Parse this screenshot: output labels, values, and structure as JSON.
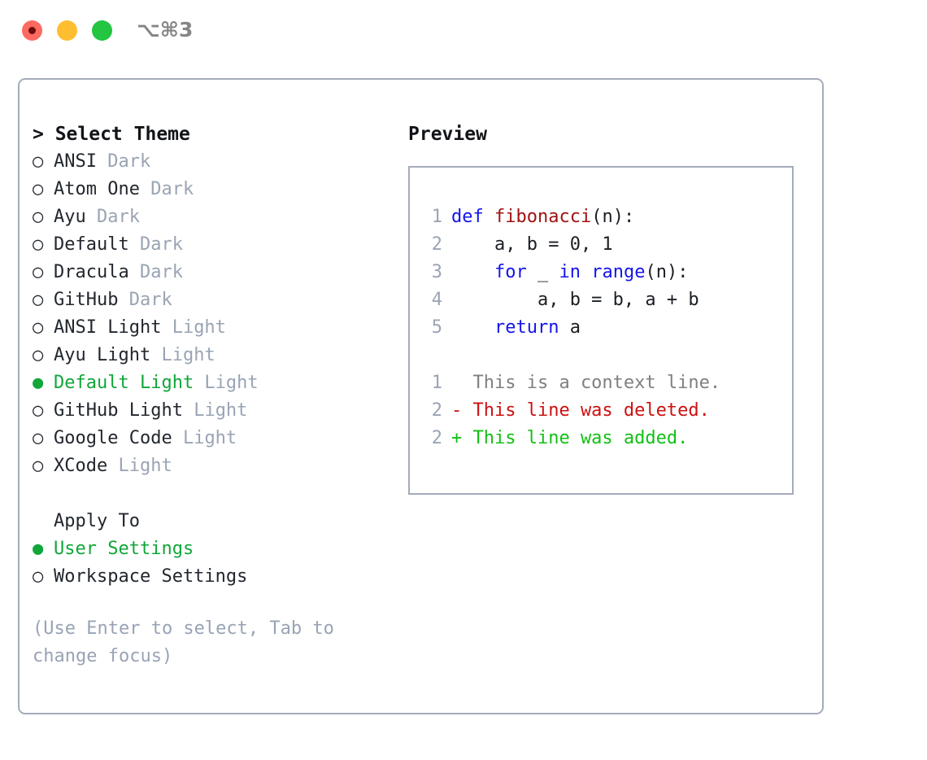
{
  "titlebar": {
    "buttons": [
      {
        "name": "close-button",
        "color": "#fd6a61"
      },
      {
        "name": "minimize-button",
        "color": "#fdbe30"
      },
      {
        "name": "maximize-button",
        "color": "#23c541"
      }
    ],
    "shortcut": "⌥⌘3"
  },
  "theme_panel": {
    "header": "> Select Theme",
    "bullet_selected": "●",
    "bullet_empty": "○",
    "themes": [
      {
        "name": "ANSI",
        "tag": " Dark",
        "selected": false
      },
      {
        "name": "Atom One",
        "tag": " Dark",
        "selected": false
      },
      {
        "name": "Ayu",
        "tag": " Dark",
        "selected": false
      },
      {
        "name": "Default",
        "tag": " Dark",
        "selected": false
      },
      {
        "name": "Dracula",
        "tag": " Dark",
        "selected": false
      },
      {
        "name": "GitHub",
        "tag": " Dark",
        "selected": false
      },
      {
        "name": "ANSI Light",
        "tag": " Light",
        "selected": false
      },
      {
        "name": "Ayu Light",
        "tag": " Light",
        "selected": false
      },
      {
        "name": "Default Light",
        "tag": " Light",
        "selected": true
      },
      {
        "name": "GitHub Light",
        "tag": " Light",
        "selected": false
      },
      {
        "name": "Google Code",
        "tag": " Light",
        "selected": false
      },
      {
        "name": "XCode",
        "tag": " Light",
        "selected": false
      }
    ],
    "apply_to_header": "Apply To",
    "apply_to_options": [
      {
        "name": "User Settings",
        "selected": true
      },
      {
        "name": "Workspace Settings",
        "selected": false
      }
    ],
    "hint": "(Use Enter to select, Tab to change focus)"
  },
  "preview": {
    "title": "Preview",
    "code_lines": [
      {
        "num": "1",
        "segments": [
          {
            "text": "def ",
            "kind": "kw"
          },
          {
            "text": "fibonacci",
            "kind": "fn"
          },
          {
            "text": "(n):",
            "kind": "plain"
          }
        ]
      },
      {
        "num": "2",
        "segments": [
          {
            "text": "    a, b = 0, 1",
            "kind": "plain"
          }
        ]
      },
      {
        "num": "3",
        "segments": [
          {
            "text": "    ",
            "kind": "plain"
          },
          {
            "text": "for",
            "kind": "kw"
          },
          {
            "text": " _ ",
            "kind": "plain"
          },
          {
            "text": "in",
            "kind": "kw"
          },
          {
            "text": " ",
            "kind": "plain"
          },
          {
            "text": "range",
            "kind": "kw"
          },
          {
            "text": "(n):",
            "kind": "plain"
          }
        ]
      },
      {
        "num": "4",
        "segments": [
          {
            "text": "        a, b = b, a + b",
            "kind": "plain"
          }
        ]
      },
      {
        "num": "5",
        "segments": [
          {
            "text": "    ",
            "kind": "plain"
          },
          {
            "text": "return",
            "kind": "kw"
          },
          {
            "text": " a",
            "kind": "plain"
          }
        ]
      }
    ],
    "diff_lines": [
      {
        "num": "1",
        "marker": "  ",
        "text": "This is a context line.",
        "kind": "ctx"
      },
      {
        "num": "2",
        "marker": "- ",
        "text": "This line was deleted.",
        "kind": "del"
      },
      {
        "num": "2",
        "marker": "+ ",
        "text": "This line was added.",
        "kind": "add"
      }
    ]
  },
  "colors": {
    "accent_green": "#11a63a",
    "muted": "#9aa4b4",
    "border": "#a4acbb",
    "keyword": "#1414ec",
    "function": "#a11212",
    "diff_add": "#12c015",
    "diff_del": "#cc1111",
    "context": "#808080"
  }
}
